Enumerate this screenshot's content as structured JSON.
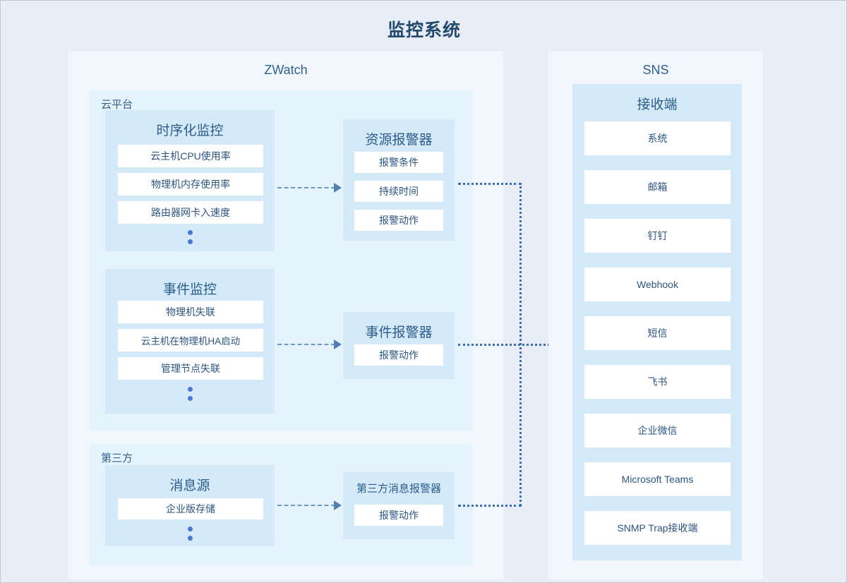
{
  "title": "监控系统",
  "colors": {
    "page_background": "#e8eef8",
    "panel_background": "#f1f7fd",
    "group_background": "#e4f3fc",
    "box_background": "#d4eaf9",
    "item_background": "#ffffff",
    "title_text": "#24496e",
    "body_text": "#2b5580",
    "connector": "#6d9bc0",
    "bus_connector": "#3b6fb5",
    "dot": "#4a77d4"
  },
  "zwatch": {
    "panel_title": "ZWatch",
    "cloud_group": {
      "label": "云平台",
      "metric_monitor": {
        "title": "时序化监控",
        "items": [
          "云主机CPU使用率",
          "物理机内存使用率",
          "路由器网卡入速度"
        ],
        "has_ellipsis": true
      },
      "event_monitor": {
        "title": "事件监控",
        "items": [
          "物理机失联",
          "云主机在物理机HA启动",
          "管理节点失联"
        ],
        "has_ellipsis": true
      },
      "resource_alarm": {
        "title": "资源报警器",
        "items": [
          "报警条件",
          "持续时间",
          "报警动作"
        ]
      },
      "event_alarm": {
        "title": "事件报警器",
        "items": [
          "报警动作"
        ]
      }
    },
    "third_party_group": {
      "label": "第三方",
      "message_source": {
        "title": "消息源",
        "items": [
          "企业版存储"
        ],
        "has_ellipsis": true
      },
      "third_party_alarm": {
        "title": "第三方消息报警器",
        "items": [
          "报警动作"
        ]
      }
    }
  },
  "sns": {
    "panel_title": "SNS",
    "receiver": {
      "title": "接收端",
      "items": [
        "系统",
        "邮箱",
        "钉钉",
        "Webhook",
        "短信",
        "飞书",
        "企业微信",
        "Microsoft Teams",
        "SNMP Trap接收端"
      ]
    }
  }
}
